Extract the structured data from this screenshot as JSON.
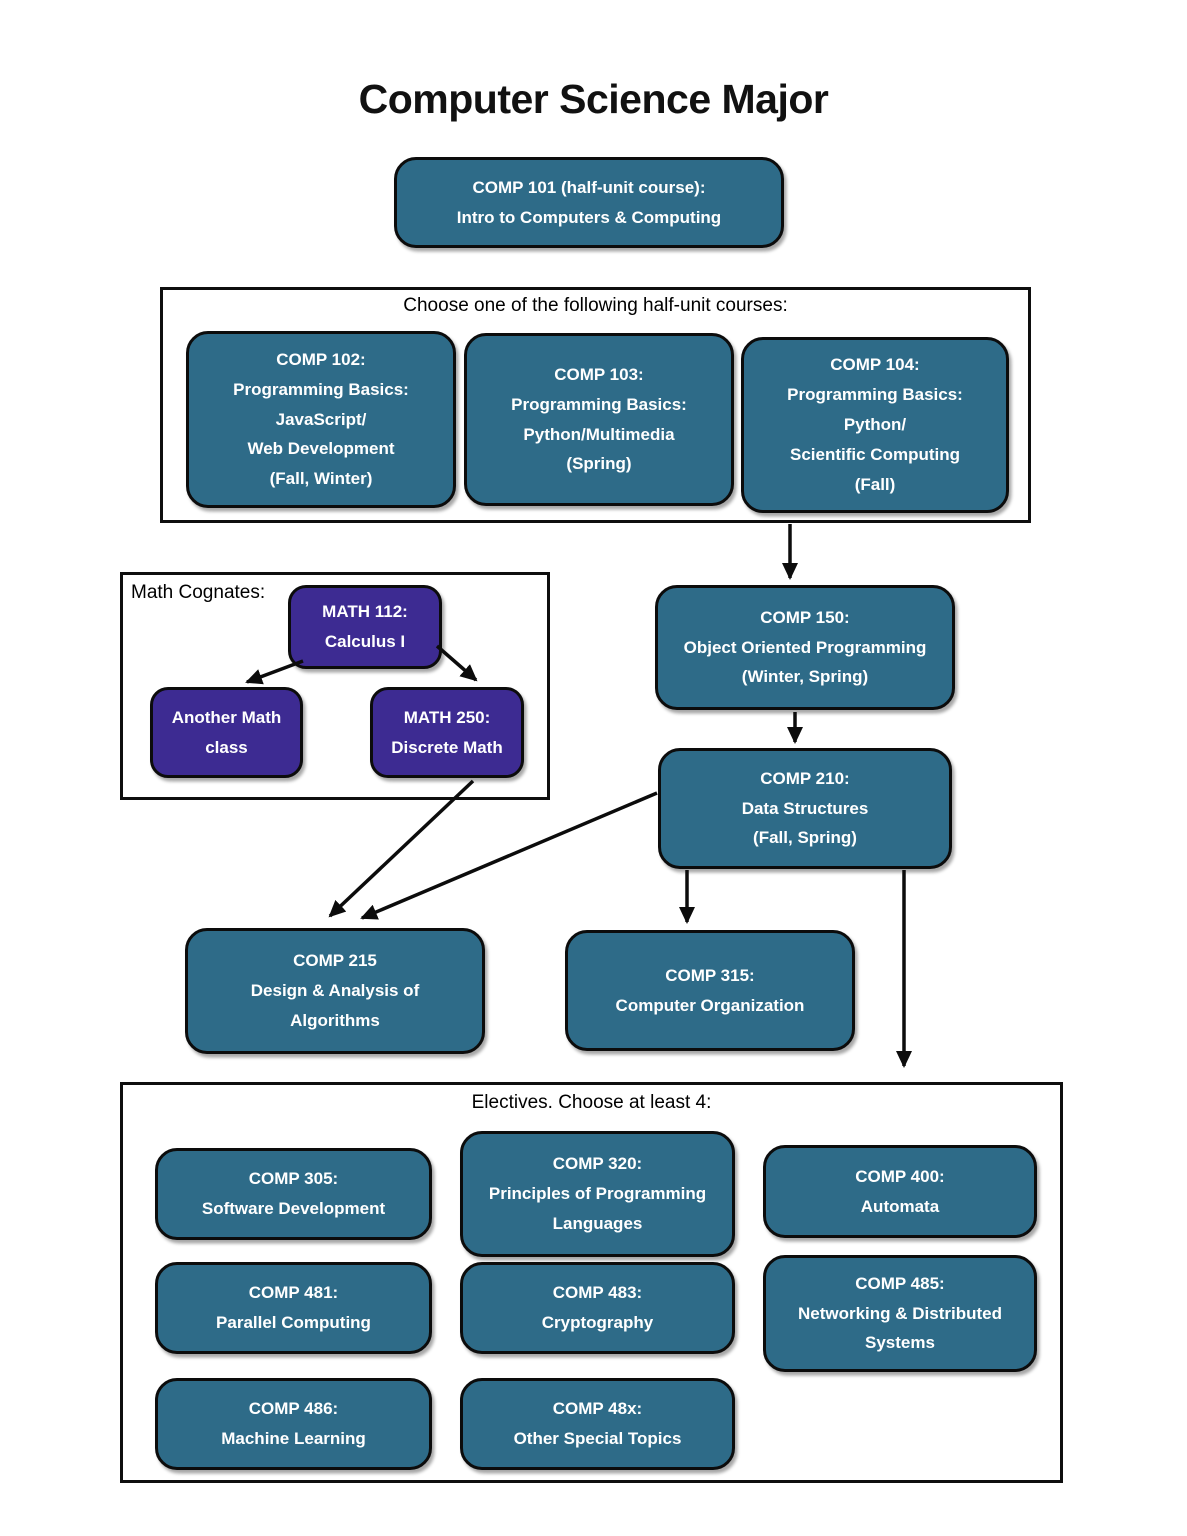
{
  "title": "Computer Science Major",
  "colors": {
    "course_box": "#2E6B88",
    "math_box": "#3D2B92",
    "border": "#0C0C0C",
    "background": "#FFFFFF",
    "text_on_box": "#FFFFFF"
  },
  "sections": {
    "half_unit_header": "Choose one of the following half-unit courses:",
    "math_cognates_label": "Math Cognates:",
    "electives_header": "Electives. Choose at least 4:"
  },
  "boxes": {
    "comp101": {
      "text": "COMP 101 (half-unit course):\nIntro to  Computers & Computing"
    },
    "comp102": {
      "text": "COMP 102:\nProgramming Basics:\nJavaScript/\nWeb Development\n(Fall, Winter)"
    },
    "comp103": {
      "text": "COMP 103:\nProgramming Basics:\nPython/Multimedia\n(Spring)"
    },
    "comp104": {
      "text": "COMP 104:\nProgramming Basics:\nPython/\nScientific Computing\n(Fall)"
    },
    "comp150": {
      "text": "COMP 150:\nObject Oriented Programming\n(Winter, Spring)"
    },
    "comp210": {
      "text": "COMP 210:\nData Structures\n(Fall, Spring)"
    },
    "comp215": {
      "text": "COMP 215\nDesign & Analysis of\nAlgorithms"
    },
    "comp315": {
      "text": "COMP 315:\nComputer Organization"
    },
    "math112": {
      "text": "MATH 112:\nCalculus I"
    },
    "math_other": {
      "text": "Another Math\nclass"
    },
    "math250": {
      "text": "MATH 250:\nDiscrete Math"
    },
    "comp305": {
      "text": "COMP 305:\nSoftware Development"
    },
    "comp320": {
      "text": "COMP 320:\nPrinciples of Programming\nLanguages"
    },
    "comp400": {
      "text": "COMP 400:\nAutomata"
    },
    "comp481": {
      "text": "COMP 481:\nParallel Computing"
    },
    "comp483": {
      "text": "COMP 483:\nCryptography"
    },
    "comp485": {
      "text": "COMP 485:\nNetworking & Distributed\nSystems"
    },
    "comp486": {
      "text": "COMP 486:\nMachine Learning"
    },
    "comp48x": {
      "text": "COMP 48x:\nOther Special Topics"
    }
  }
}
